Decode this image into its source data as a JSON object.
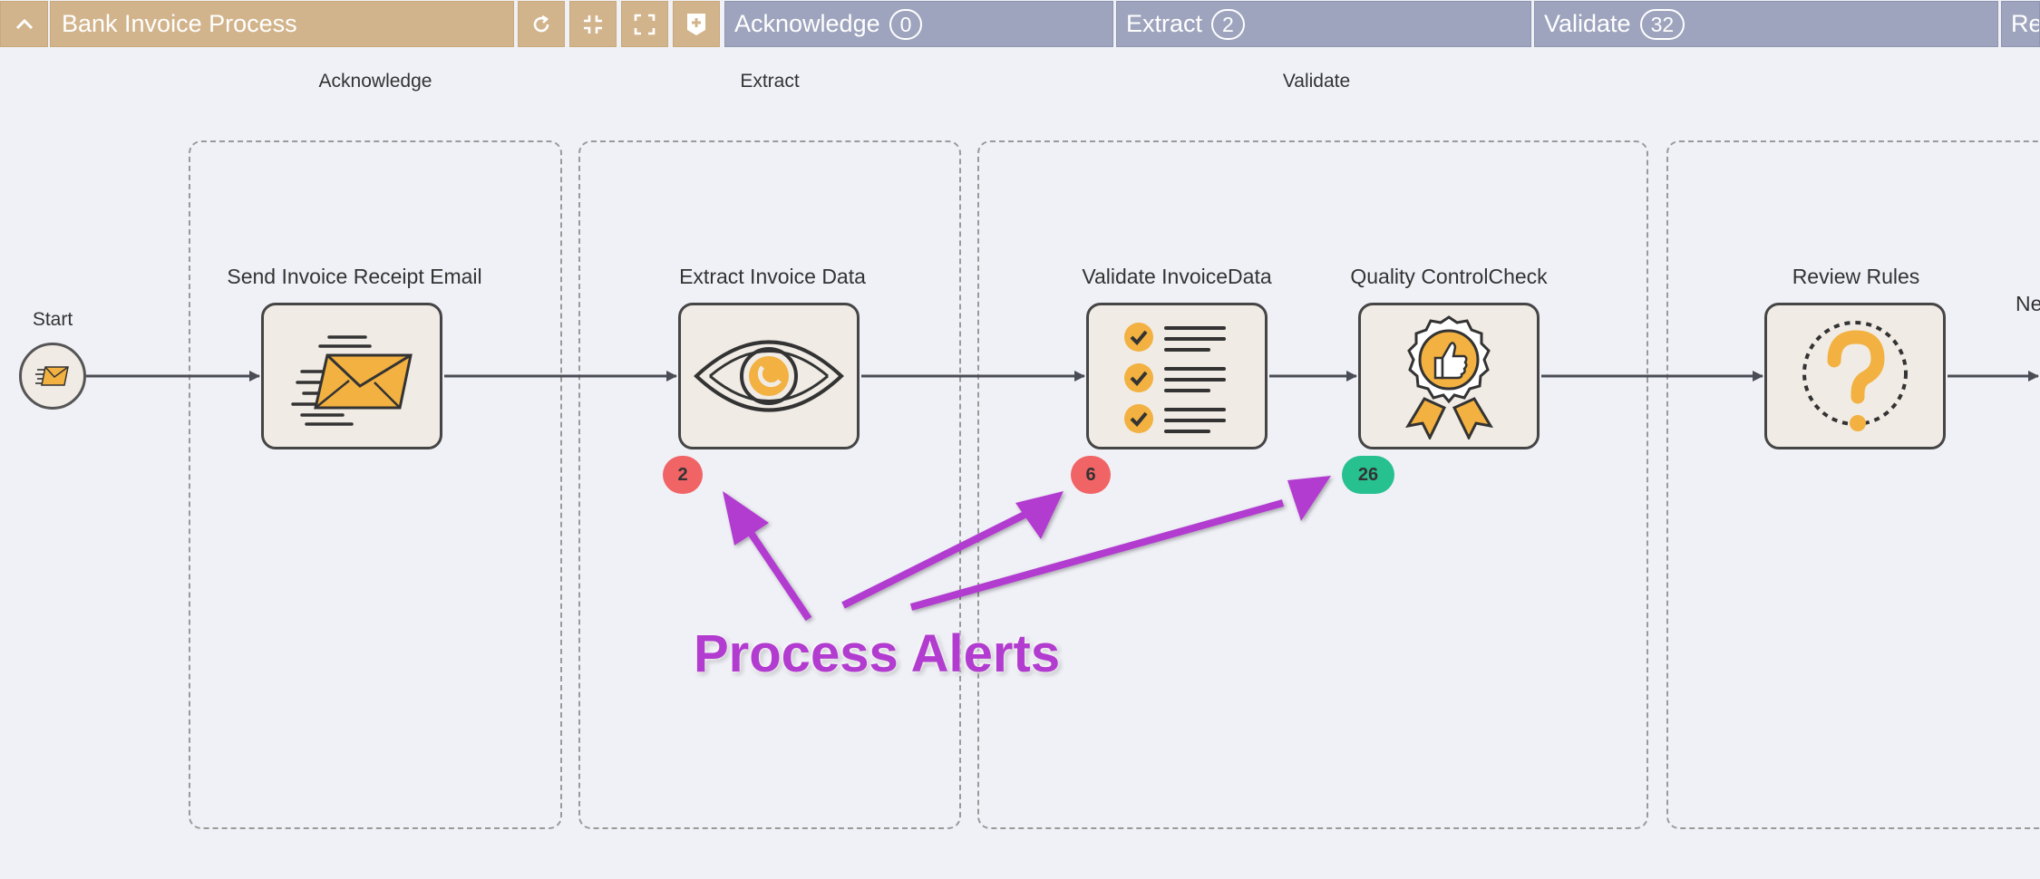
{
  "toolbar": {
    "title": "Bank Invoice Process",
    "stages": [
      {
        "label": "Acknowledge",
        "count": "0"
      },
      {
        "label": "Extract",
        "count": "2"
      },
      {
        "label": "Validate",
        "count": "32"
      },
      {
        "label": "Re"
      }
    ]
  },
  "canvas": {
    "stage_headers": [
      "Acknowledge",
      "Extract",
      "Validate"
    ],
    "start_label": "Start",
    "tasks": [
      {
        "label": "Send Invoice Receipt Email",
        "icon": "envelope-icon"
      },
      {
        "label": "Extract Invoice Data",
        "icon": "eye-icon"
      },
      {
        "label": "Validate InvoiceData",
        "icon": "checklist-icon"
      },
      {
        "label": "Quality ControlCheck",
        "icon": "award-ribbon-icon"
      },
      {
        "label": "Review Rules",
        "icon": "question-icon"
      }
    ],
    "cut_off_label": "Ne",
    "alerts": [
      {
        "task": "Extract Invoice Data",
        "count": "2",
        "color": "#f06466"
      },
      {
        "task": "Validate InvoiceData",
        "count": "6",
        "color": "#f06466"
      },
      {
        "task": "Quality ControlCheck",
        "count": "26",
        "color": "#27c08f"
      }
    ],
    "annotation": "Process Alerts"
  },
  "colors": {
    "toolbar_accent": "#d2b48c",
    "stage_tab": "#9ea4bd",
    "icon_accent": "#f2b140",
    "annotation": "#b23bd0"
  }
}
